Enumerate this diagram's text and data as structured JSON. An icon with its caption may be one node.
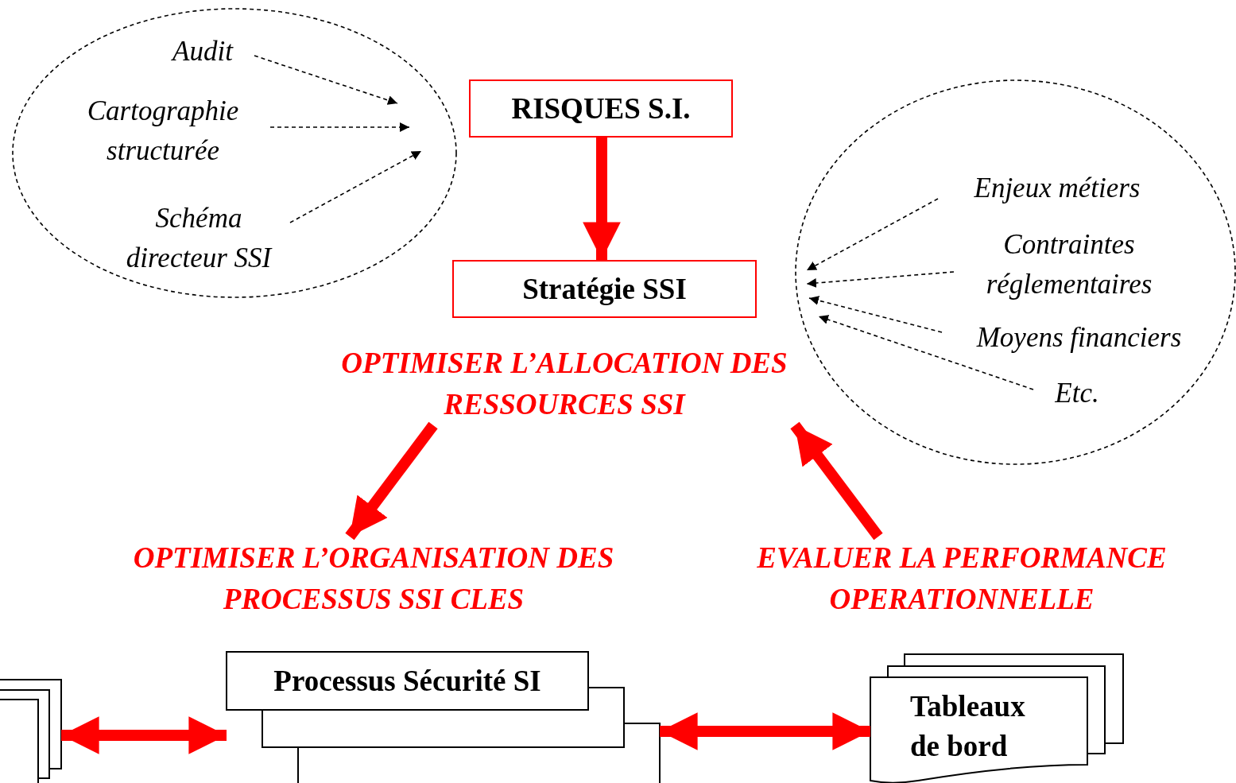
{
  "diagram": {
    "nodes": [
      {
        "text": [],
        "shape": "ellipse"
      },
      {
        "text": [
          "Audit"
        ],
        "in": 0
      },
      {
        "text": [
          "Cartographie structurée"
        ],
        "in": 0
      },
      {
        "text": [
          "Schéma directeur SSI"
        ],
        "in": 0
      },
      {
        "text": [
          "RISQUES S.I."
        ]
      },
      {
        "text": [
          "Stratégie SSI"
        ]
      },
      {
        "text": [],
        "shape": "ellipse"
      },
      {
        "text": [
          "Enjeux métiers"
        ],
        "in": 6
      },
      {
        "text": [
          "Contraintes réglementaires"
        ],
        "in": 6
      },
      {
        "text": [
          "Moyens financiers"
        ],
        "in": 6
      },
      {
        "text": [
          "Etc."
        ],
        "in": 6
      },
      {
        "text": [
          "OPTIMISER L’ALLOCATION DES RESSOURCES SSI"
        ]
      },
      {
        "text": [
          "OPTIMISER L’ORGANISATION DES PROCESSUS SSI CLES"
        ]
      },
      {
        "text": [
          "EVALUER LA PERFORMANCE OPERATIONNELLE"
        ]
      },
      {
        "text": [],
        "shape": "box"
      },
      {
        "text": [
          "Processus Sécurité SI"
        ]
      },
      {
        "text": [
          "Tableaux de bord"
        ]
      }
    ],
    "edges": [
      {
        "from": 1,
        "to": null,
        "arrow": "to",
        "style": "dashed"
      },
      {
        "from": 2,
        "to": null,
        "arrow": "to",
        "style": "dashed"
      },
      {
        "from": 3,
        "to": null,
        "arrow": "to",
        "style": "dashed"
      },
      {
        "from": 4,
        "to": 5,
        "arrow": "to",
        "style": "thick",
        "color": "#ff0000"
      },
      {
        "from": 7,
        "to": null,
        "arrow": "to",
        "style": "dashed"
      },
      {
        "from": 8,
        "to": null,
        "arrow": "to",
        "style": "dashed"
      },
      {
        "from": 9,
        "to": null,
        "arrow": "to",
        "style": "dashed"
      },
      {
        "from": 10,
        "to": null,
        "arrow": "to",
        "style": "dashed"
      },
      {
        "from": 11,
        "to": 12,
        "arrow": "to",
        "style": "thick",
        "color": "#ff0000"
      },
      {
        "from": 13,
        "to": 11,
        "arrow": "to",
        "style": "thick",
        "color": "#ff0000"
      },
      {
        "from": 14,
        "to": 15,
        "arrow": "both",
        "style": "thick",
        "color": "#ff0000"
      },
      {
        "from": 15,
        "to": 16,
        "arrow": "both",
        "style": "thick",
        "color": "#ff0000"
      }
    ]
  }
}
